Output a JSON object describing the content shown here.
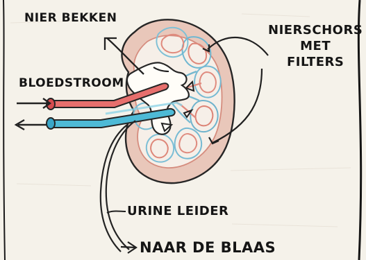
{
  "diagram": {
    "labels": {
      "nier_bekken": "NIER BEKKEN",
      "nierschors_met_filters": [
        "NIERSCHORS",
        "MET",
        "FILTERS"
      ],
      "bloedstroom": "BLOEDSTROOM",
      "urine_leider": "URINE LEIDER",
      "naar_de_blaas": "NAAR DE BLAAS"
    }
  }
}
